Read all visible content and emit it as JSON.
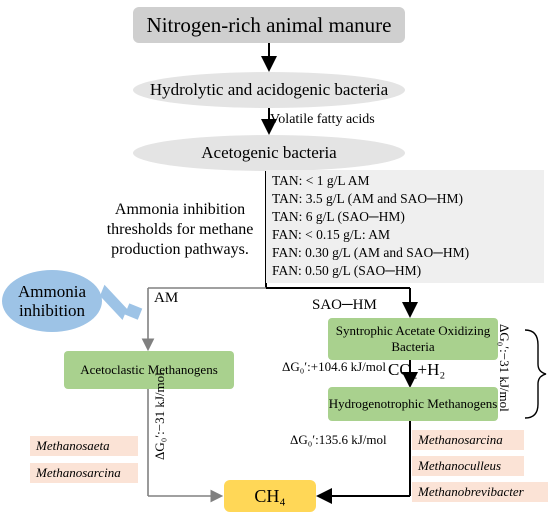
{
  "title_box": "Nitrogen-rich animal manure",
  "hydrolytic": "Hydrolytic and acidogenic bacteria",
  "vfa": "Volatile fatty acids",
  "acetogenic": "Acetogenic bacteria",
  "thresholds": [
    "TAN: < 1 g/L AM",
    "TAN: 3.5 g/L (AM and SAO─HM)",
    "TAN: 6 g/L (SAO─HM)",
    "FAN: < 0.15 g/L: AM",
    "FAN: 0.30 g/L (AM and SAO─HM)",
    "FAN: 0.50 g/L (SAO─HM)"
  ],
  "ammonia_text": "Ammonia inhibition thresholds for methane production pathways.",
  "ammonia_inhibition": "Ammonia inhibition",
  "label_am": "AM",
  "label_sao": "SAO─HM",
  "acetoclastic": "Acetoclastic Methanogens",
  "syntrophic": "Syntrophic Acetate Oxidizing Bacteria",
  "hydrogenotrophic": "Hydrogenotrophic Methanogens",
  "dg_sao": "ΔG₀′:+104.6 kJ/mol",
  "dg_hydro": "ΔG₀′:135.6 kJ/mol",
  "dg_aceto": "ΔG₀′:−31 kJ/mol",
  "dg_right": "ΔG₀′:−31 kJ/mol",
  "co2h2": "CO₂+H₂",
  "ch4": "CH₄",
  "left_species": [
    "Methanosaeta",
    "Methanosarcina"
  ],
  "right_species": [
    "Methanosarcina",
    "Methanoculleus",
    "Methanobrevibacter"
  ],
  "colors": {
    "grey_box": "#cfcfcf",
    "green": "#a9d18e",
    "blue": "#9dc3e6",
    "pink": "#fbe3d6",
    "yellow": "#ffd757"
  }
}
